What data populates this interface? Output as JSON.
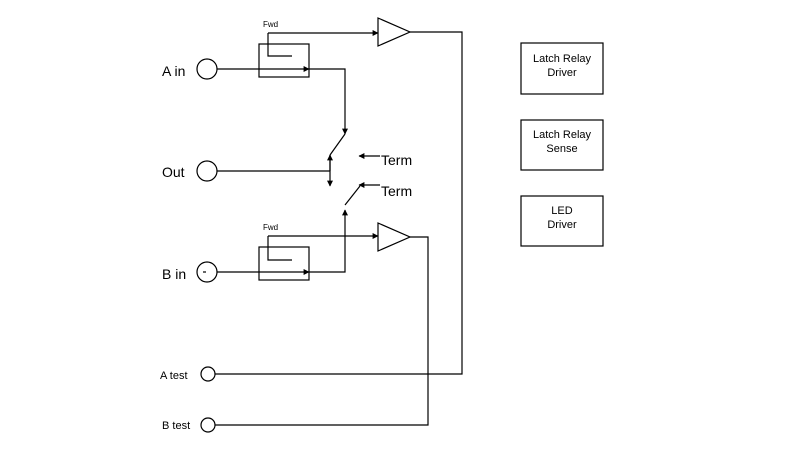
{
  "ports": {
    "a_in": "A in",
    "out": "Out",
    "b_in": "B in",
    "a_test": "A test",
    "b_test": "B test"
  },
  "couplers": {
    "a_label": "Fwd",
    "b_label": "Fwd"
  },
  "terms": {
    "upper": "Term",
    "lower": "Term"
  },
  "blocks": {
    "latch_driver": [
      "Latch Relay",
      "Driver"
    ],
    "latch_sense": [
      "Latch Relay",
      "Sense"
    ],
    "led_driver": [
      "LED",
      "Driver"
    ]
  }
}
